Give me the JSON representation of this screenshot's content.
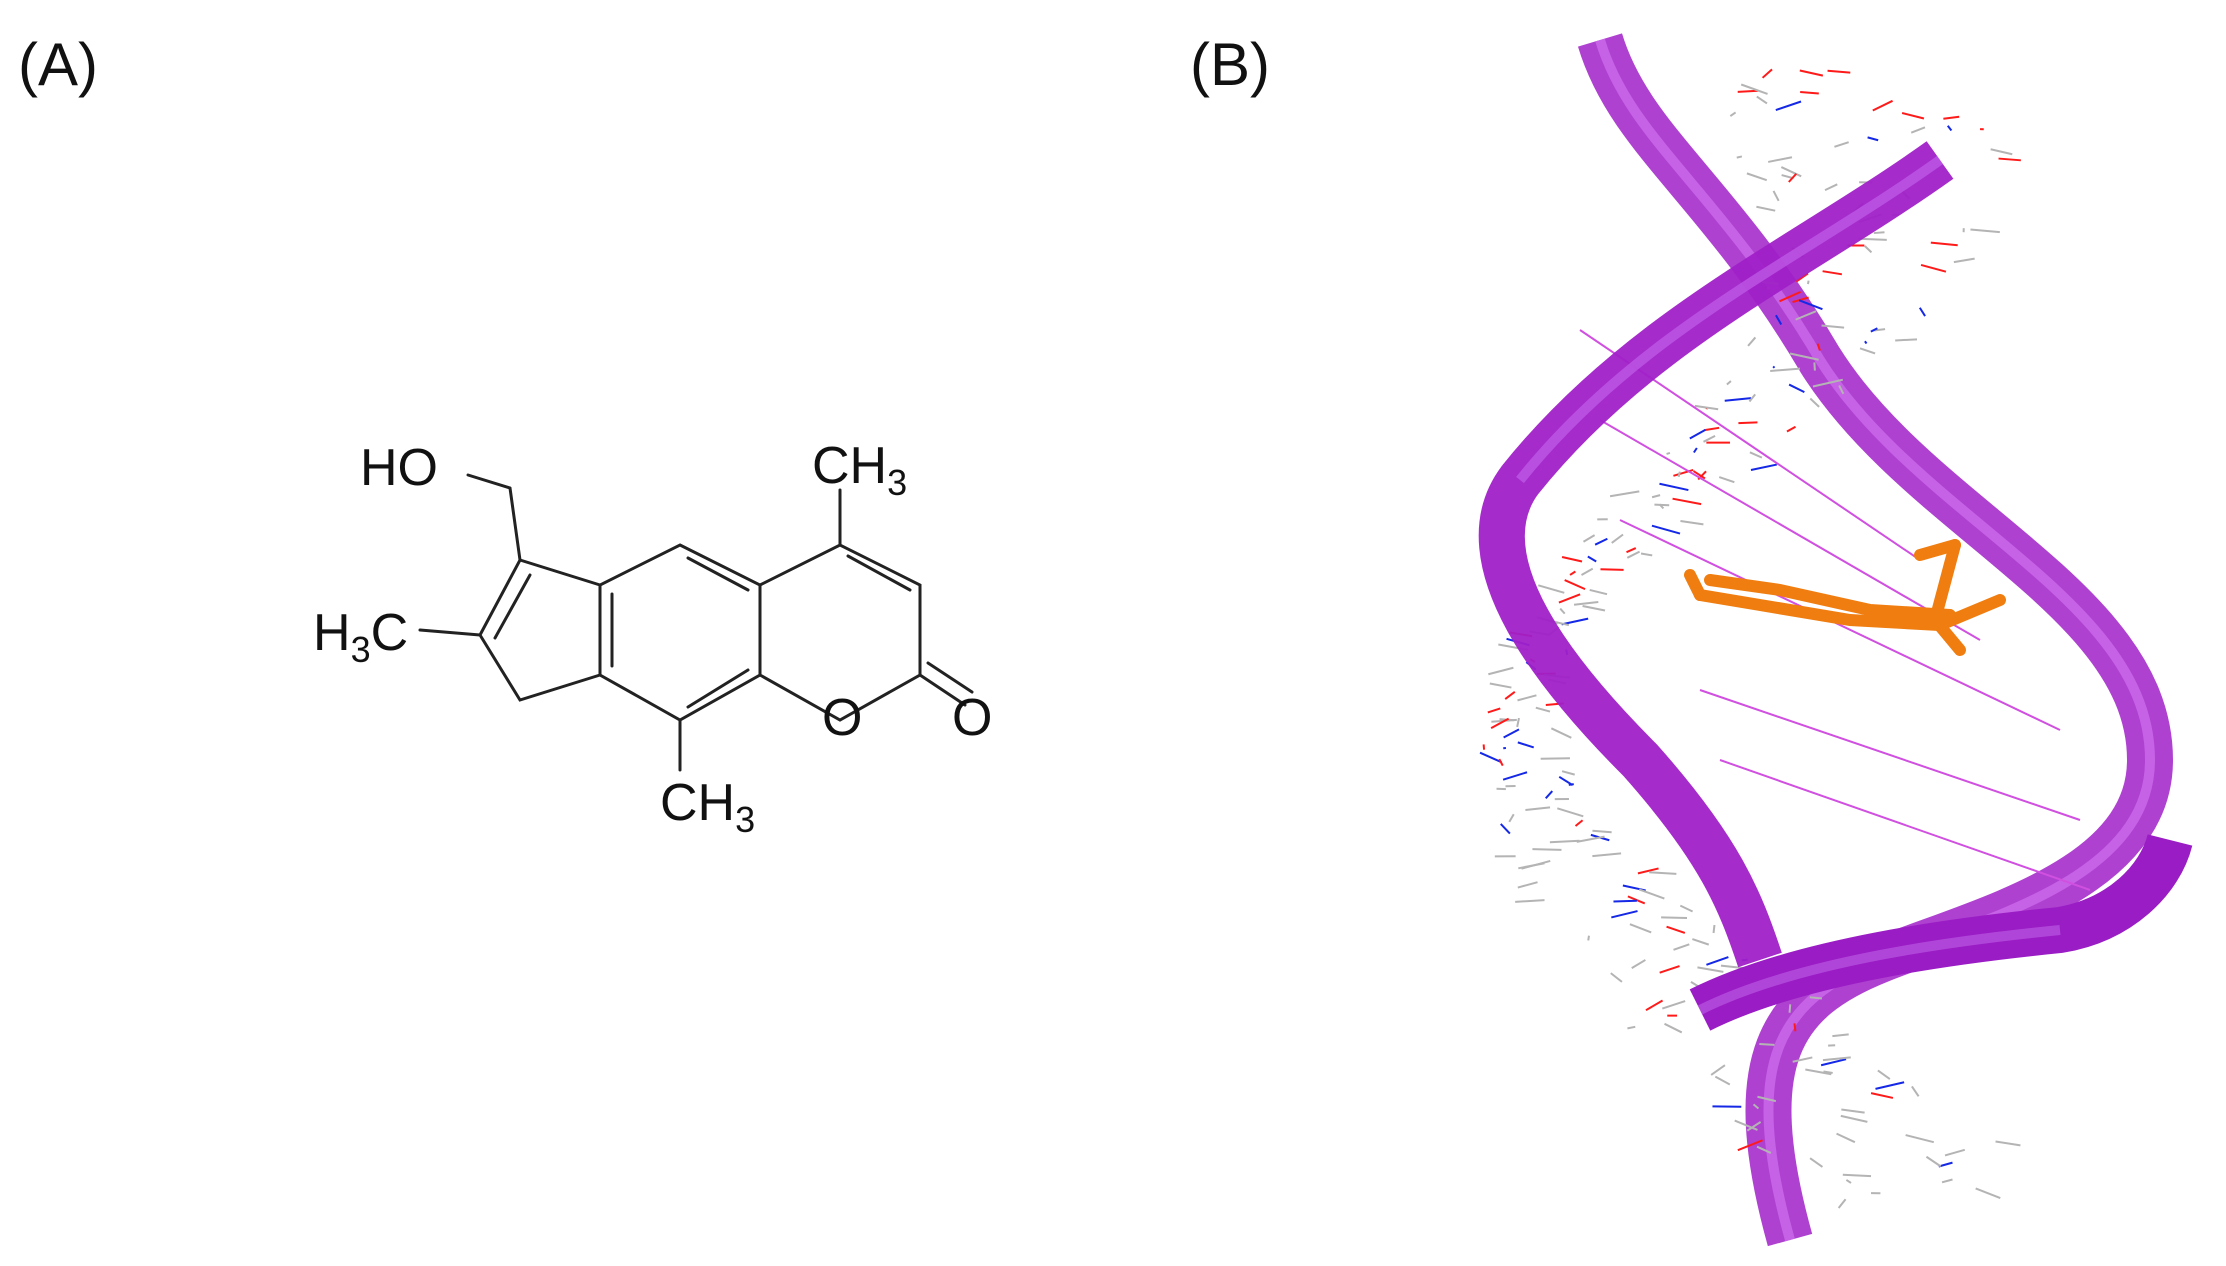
{
  "panels": {
    "a": {
      "label": "(A)"
    },
    "b": {
      "label": "(B)"
    }
  },
  "molecule": {
    "atom_labels": {
      "ho": "HO",
      "ch3_top": {
        "main": "CH",
        "sub": "3"
      },
      "h3c_left": {
        "main": "H",
        "sub": "3",
        "tail": "C"
      },
      "o_ring": "O",
      "o_carbonyl": "O",
      "ch3_bottom": {
        "main": "CH",
        "sub": "3"
      }
    }
  },
  "structure_render": {
    "backbone_color": "#a020c8",
    "backbone_highlight": "#d070f0",
    "ligand_color": "#f07d10",
    "atom_colors": {
      "carbon": "#b4b4b4",
      "nitrogen": "#1428e6",
      "oxygen": "#ff1a1a"
    }
  }
}
